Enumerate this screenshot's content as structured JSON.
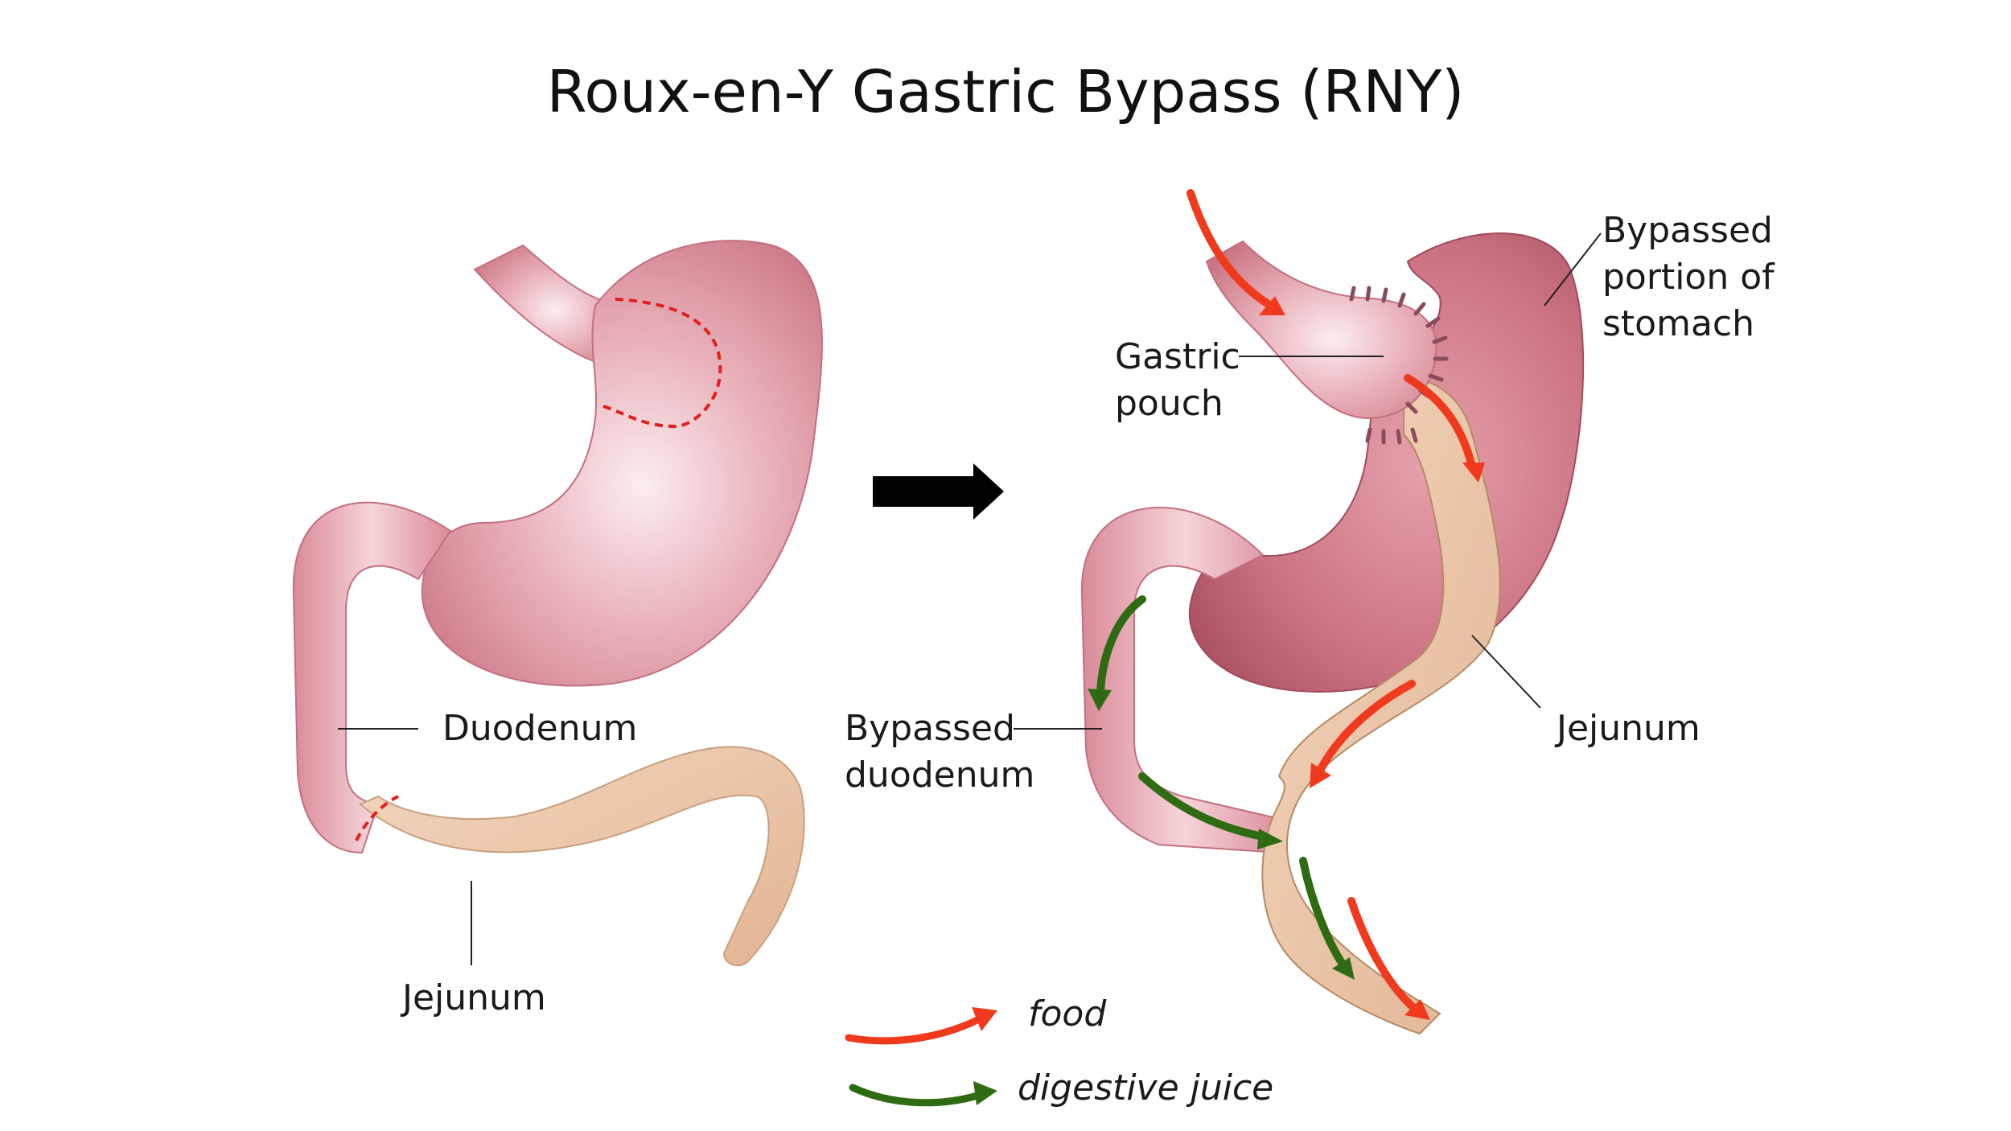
{
  "title": "Roux-en-Y Gastric Bypass (RNY)",
  "labels": {
    "before_duodenum": "Duodenum",
    "before_jejunum": "Jejunum",
    "gastric_pouch": [
      "Gastric",
      "pouch"
    ],
    "bypassed_stomach": [
      "Bypassed",
      "portion of",
      "stomach"
    ],
    "bypassed_duodenum": [
      "Bypassed",
      "duodenum"
    ],
    "after_jejunum": "Jejunum"
  },
  "legend": [
    {
      "label": "food",
      "color": "#f03a1e"
    },
    {
      "label": "digestive juice",
      "color": "#2f6b12"
    }
  ],
  "colors": {
    "stomach_light": "#f7dde1",
    "stomach_mid": "#e3a0aa",
    "stomach_dark": "#b95b6b",
    "jejunum": "#ecc8aa",
    "jejunum_edge": "#b58a63",
    "staple": "#8a4b5c",
    "cut_line": "#e0201b",
    "arrow_black": "#000000"
  }
}
